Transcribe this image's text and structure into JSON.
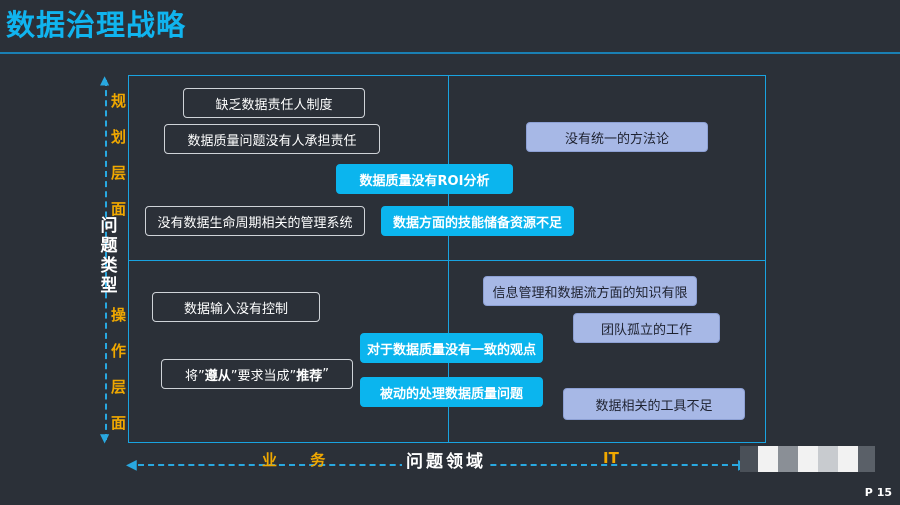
{
  "header": {
    "title": "数据治理战略"
  },
  "axes": {
    "vertical_top_chars": [
      "规",
      "划",
      "层",
      "面"
    ],
    "vertical_bottom_chars": [
      "操",
      "作",
      "层",
      "面"
    ],
    "vertical_type_chars": [
      "问",
      "题",
      "类",
      "型"
    ],
    "horizontal_left": "业 务",
    "horizontal_center": "问题领域",
    "horizontal_right": "IT"
  },
  "quadrants": {
    "planning_business": [
      "缺乏数据责任人制度",
      "数据质量问题没有人承担责任",
      "没有数据生命周期相关的管理系统"
    ],
    "planning_center": [
      "数据质量没有ROI分析",
      "数据方面的技能储备资源不足"
    ],
    "planning_it": [
      "没有统一的方法论"
    ],
    "ops_business": {
      "input": "数据输入没有控制",
      "quote_prefix": "将”",
      "quote_b1": "遵从",
      "quote_mid": "”要求当成”",
      "quote_b2": "推荐",
      "quote_suffix": "”"
    },
    "ops_center": [
      "对于数据质量没有一致的观点",
      "被动的处理数据质量问题"
    ],
    "ops_it": [
      "信息管理和数据流方面的知识有限",
      "团队孤立的工作",
      "数据相关的工具不足"
    ]
  },
  "footer": {
    "page": "P 15"
  },
  "colors": {
    "accent": "#10b4ef",
    "axis_label": "#f0a800",
    "background": "#2b3038"
  }
}
